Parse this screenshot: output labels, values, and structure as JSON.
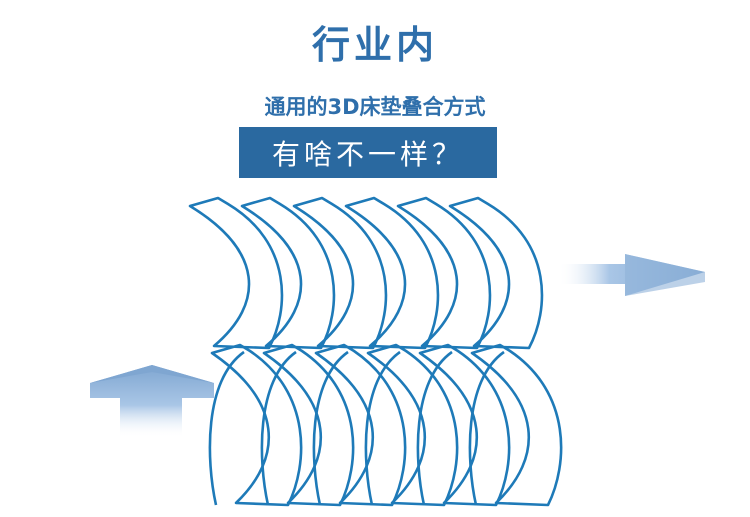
{
  "heading": {
    "title": "行业内",
    "subtitle": "通用的3D床垫叠合方式",
    "banner_text": "有啥不一样？"
  },
  "colors": {
    "accent": "#2f6fab",
    "banner_bg": "#2a69a0",
    "banner_text": "#ffffff",
    "fiber_stroke": "#1e7ab8",
    "arrow": "#8fb3d9"
  },
  "icons": {
    "right_arrow": "right-arrow-icon",
    "up_arrow": "up-arrow-icon"
  }
}
